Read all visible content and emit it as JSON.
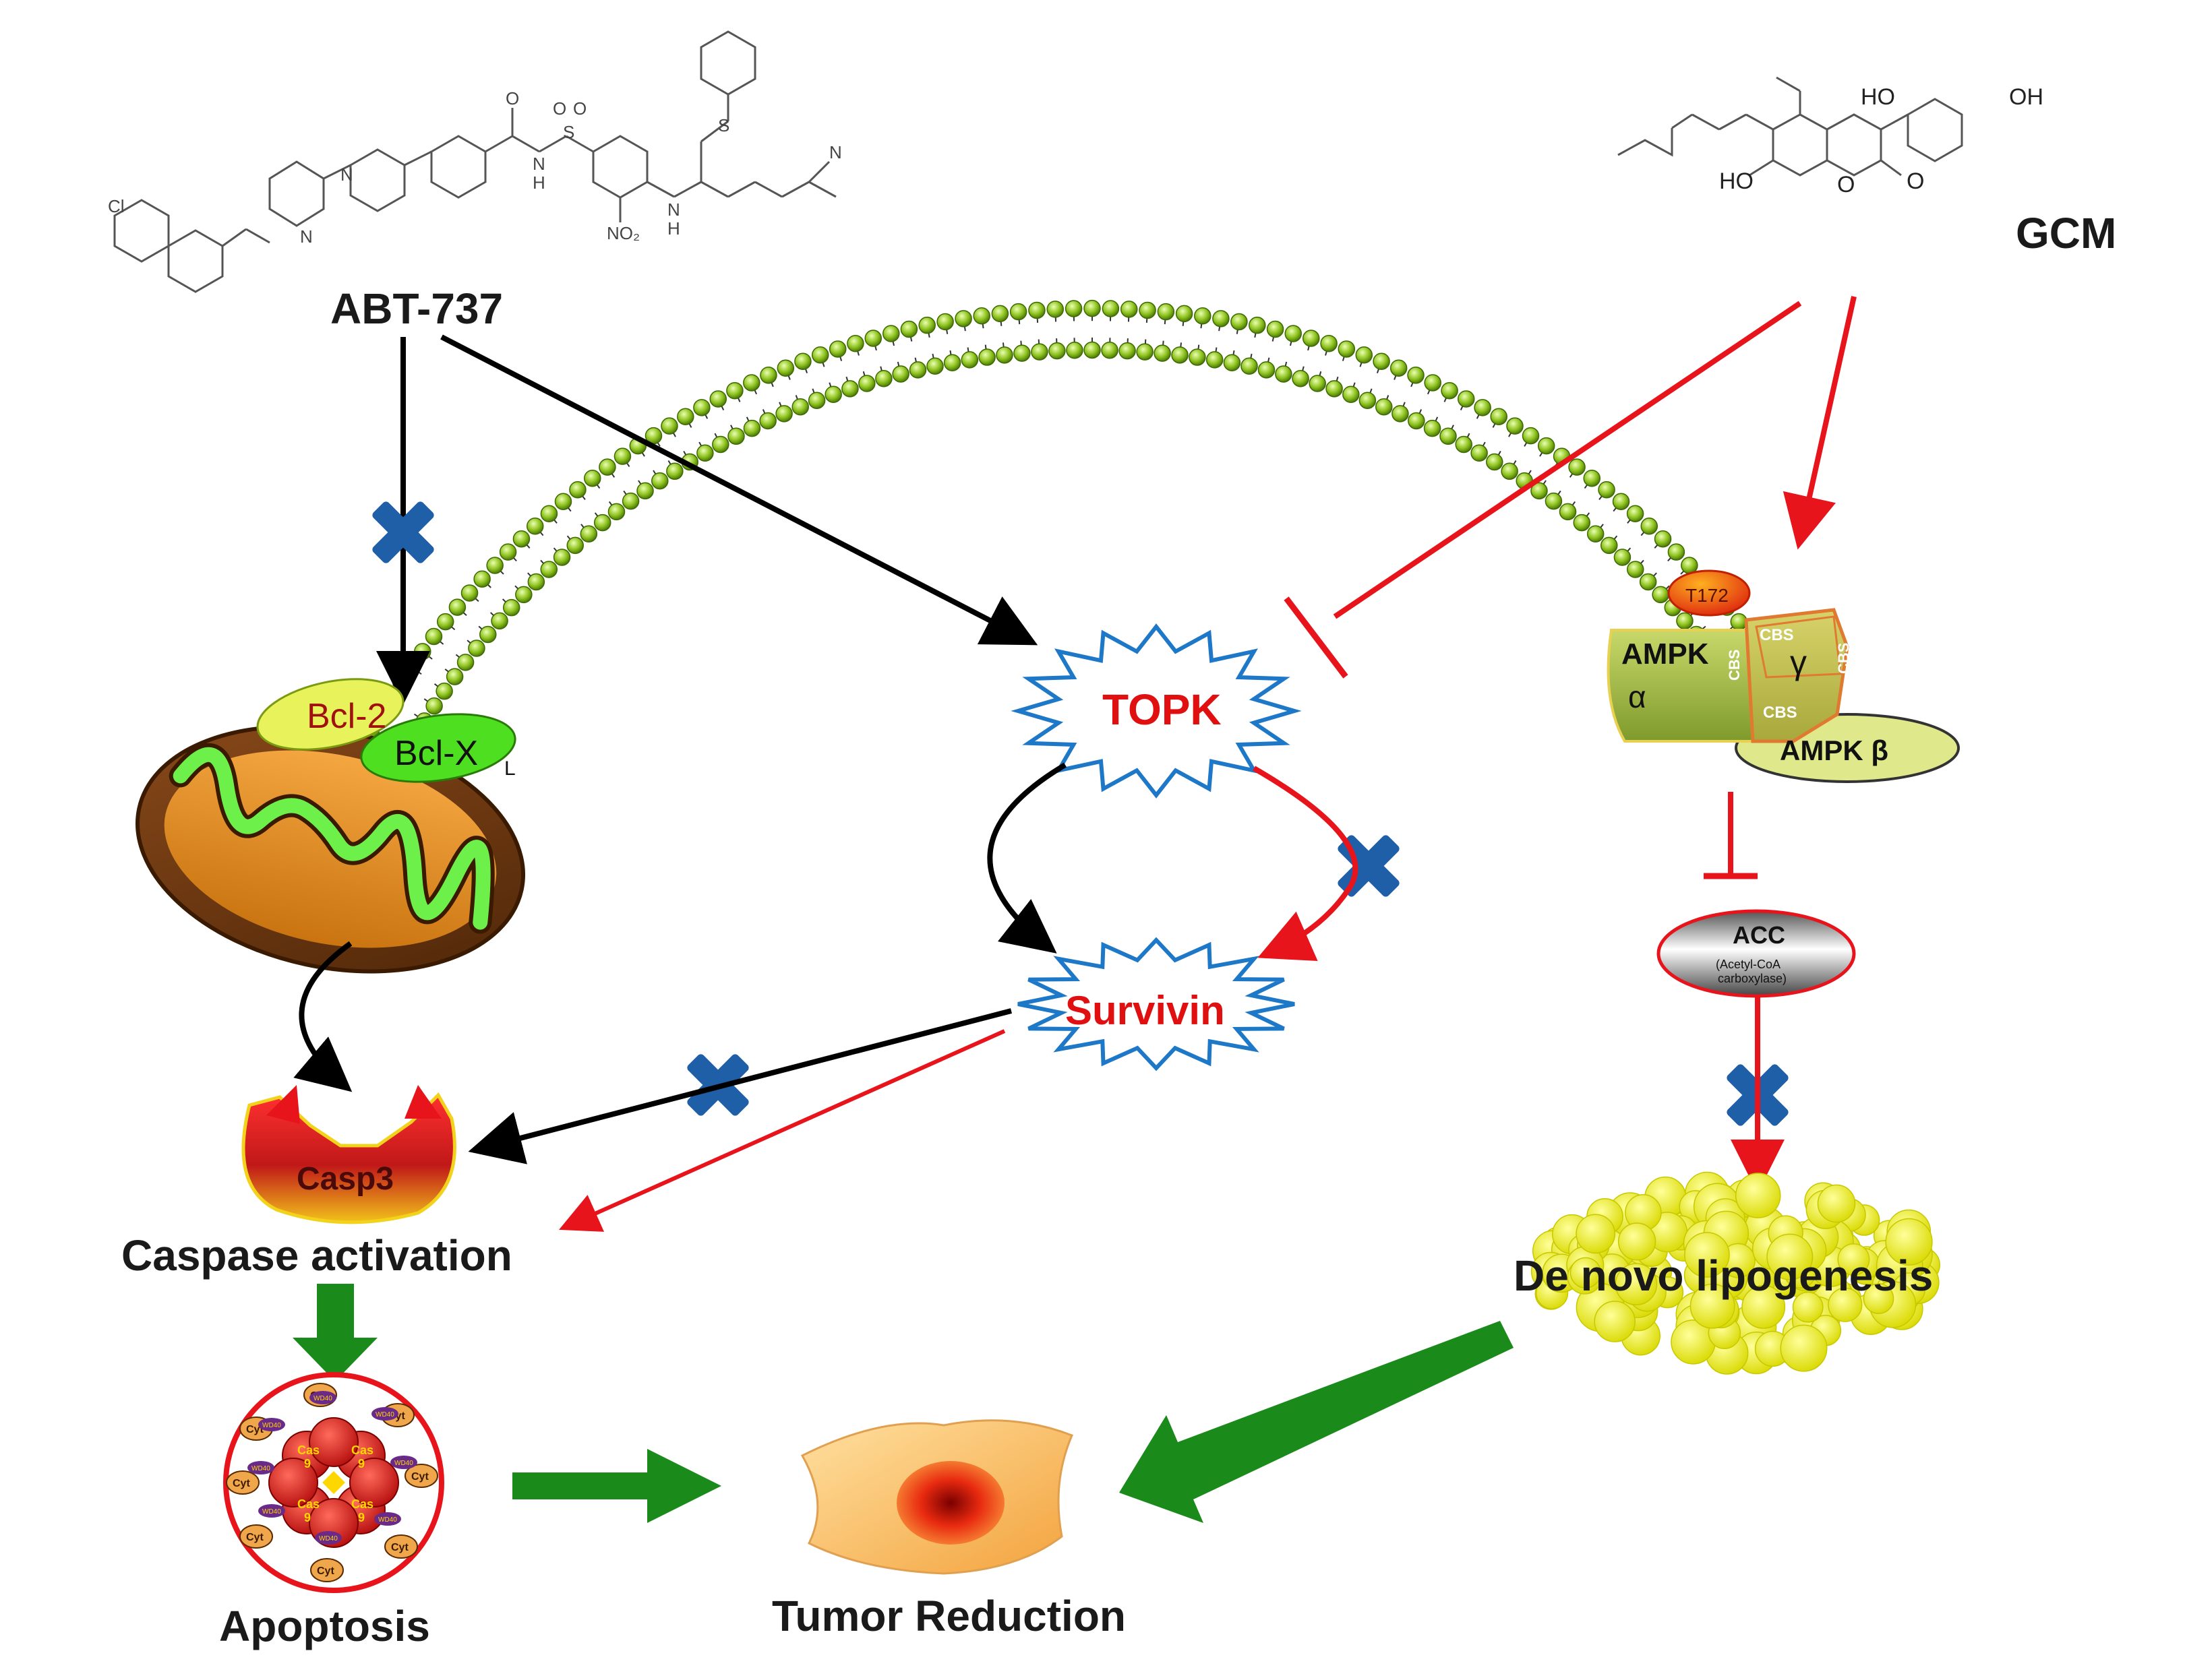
{
  "drugs": {
    "abt737": "ABT-737",
    "gcm": "GCM",
    "gcm_ho_left": "HO",
    "gcm_ho_top": "HO",
    "gcm_oh_right": "OH",
    "gcm_o_carbonyl": "O",
    "gcm_o_ring": "O",
    "abt_cl": "Cl",
    "abt_s": "S",
    "abt_no2": "NO₂",
    "abt_nh": "N",
    "abt_h1": "H",
    "abt_n_dimethyl": "N",
    "abt_n_pip1": "N",
    "abt_n_pip2": "N",
    "abt_o1": "O",
    "abt_o2": "O",
    "abt_o3": "O",
    "abt_s2": "S",
    "abt_n_amide": "N",
    "abt_h2": "H"
  },
  "nodes": {
    "bcl2": "Bcl-2",
    "bclxl": "Bcl-X",
    "bclxl_sub": "L",
    "topk": "TOPK",
    "survivin": "Survivin",
    "casp3": "Casp3",
    "caspase_activation": "Caspase activation",
    "apoptosis": "Apoptosis",
    "tumor_reduction": "Tumor Reduction",
    "de_novo": "De novo lipogenesis",
    "ampk_alpha": "AMPK",
    "alpha_sym": "α",
    "ampk_beta": "AMPK β",
    "gamma_sym": "γ",
    "cbs": "CBS",
    "t172": "T172",
    "acc": "ACC",
    "acc_full": "(Acetyl-CoA",
    "acc_full2": "carboxylase)",
    "cas9": "Cas",
    "nine": "9",
    "cyt": "Cyt",
    "wd40": "WD40"
  },
  "colors": {
    "inhibit": "#e8141c",
    "activate_black": "#000000",
    "activate_green": "#1a8a1a",
    "block_x": "#1f5fa8",
    "lipid_head": "#8fc31f",
    "burst_outline": "#1e78c8"
  }
}
